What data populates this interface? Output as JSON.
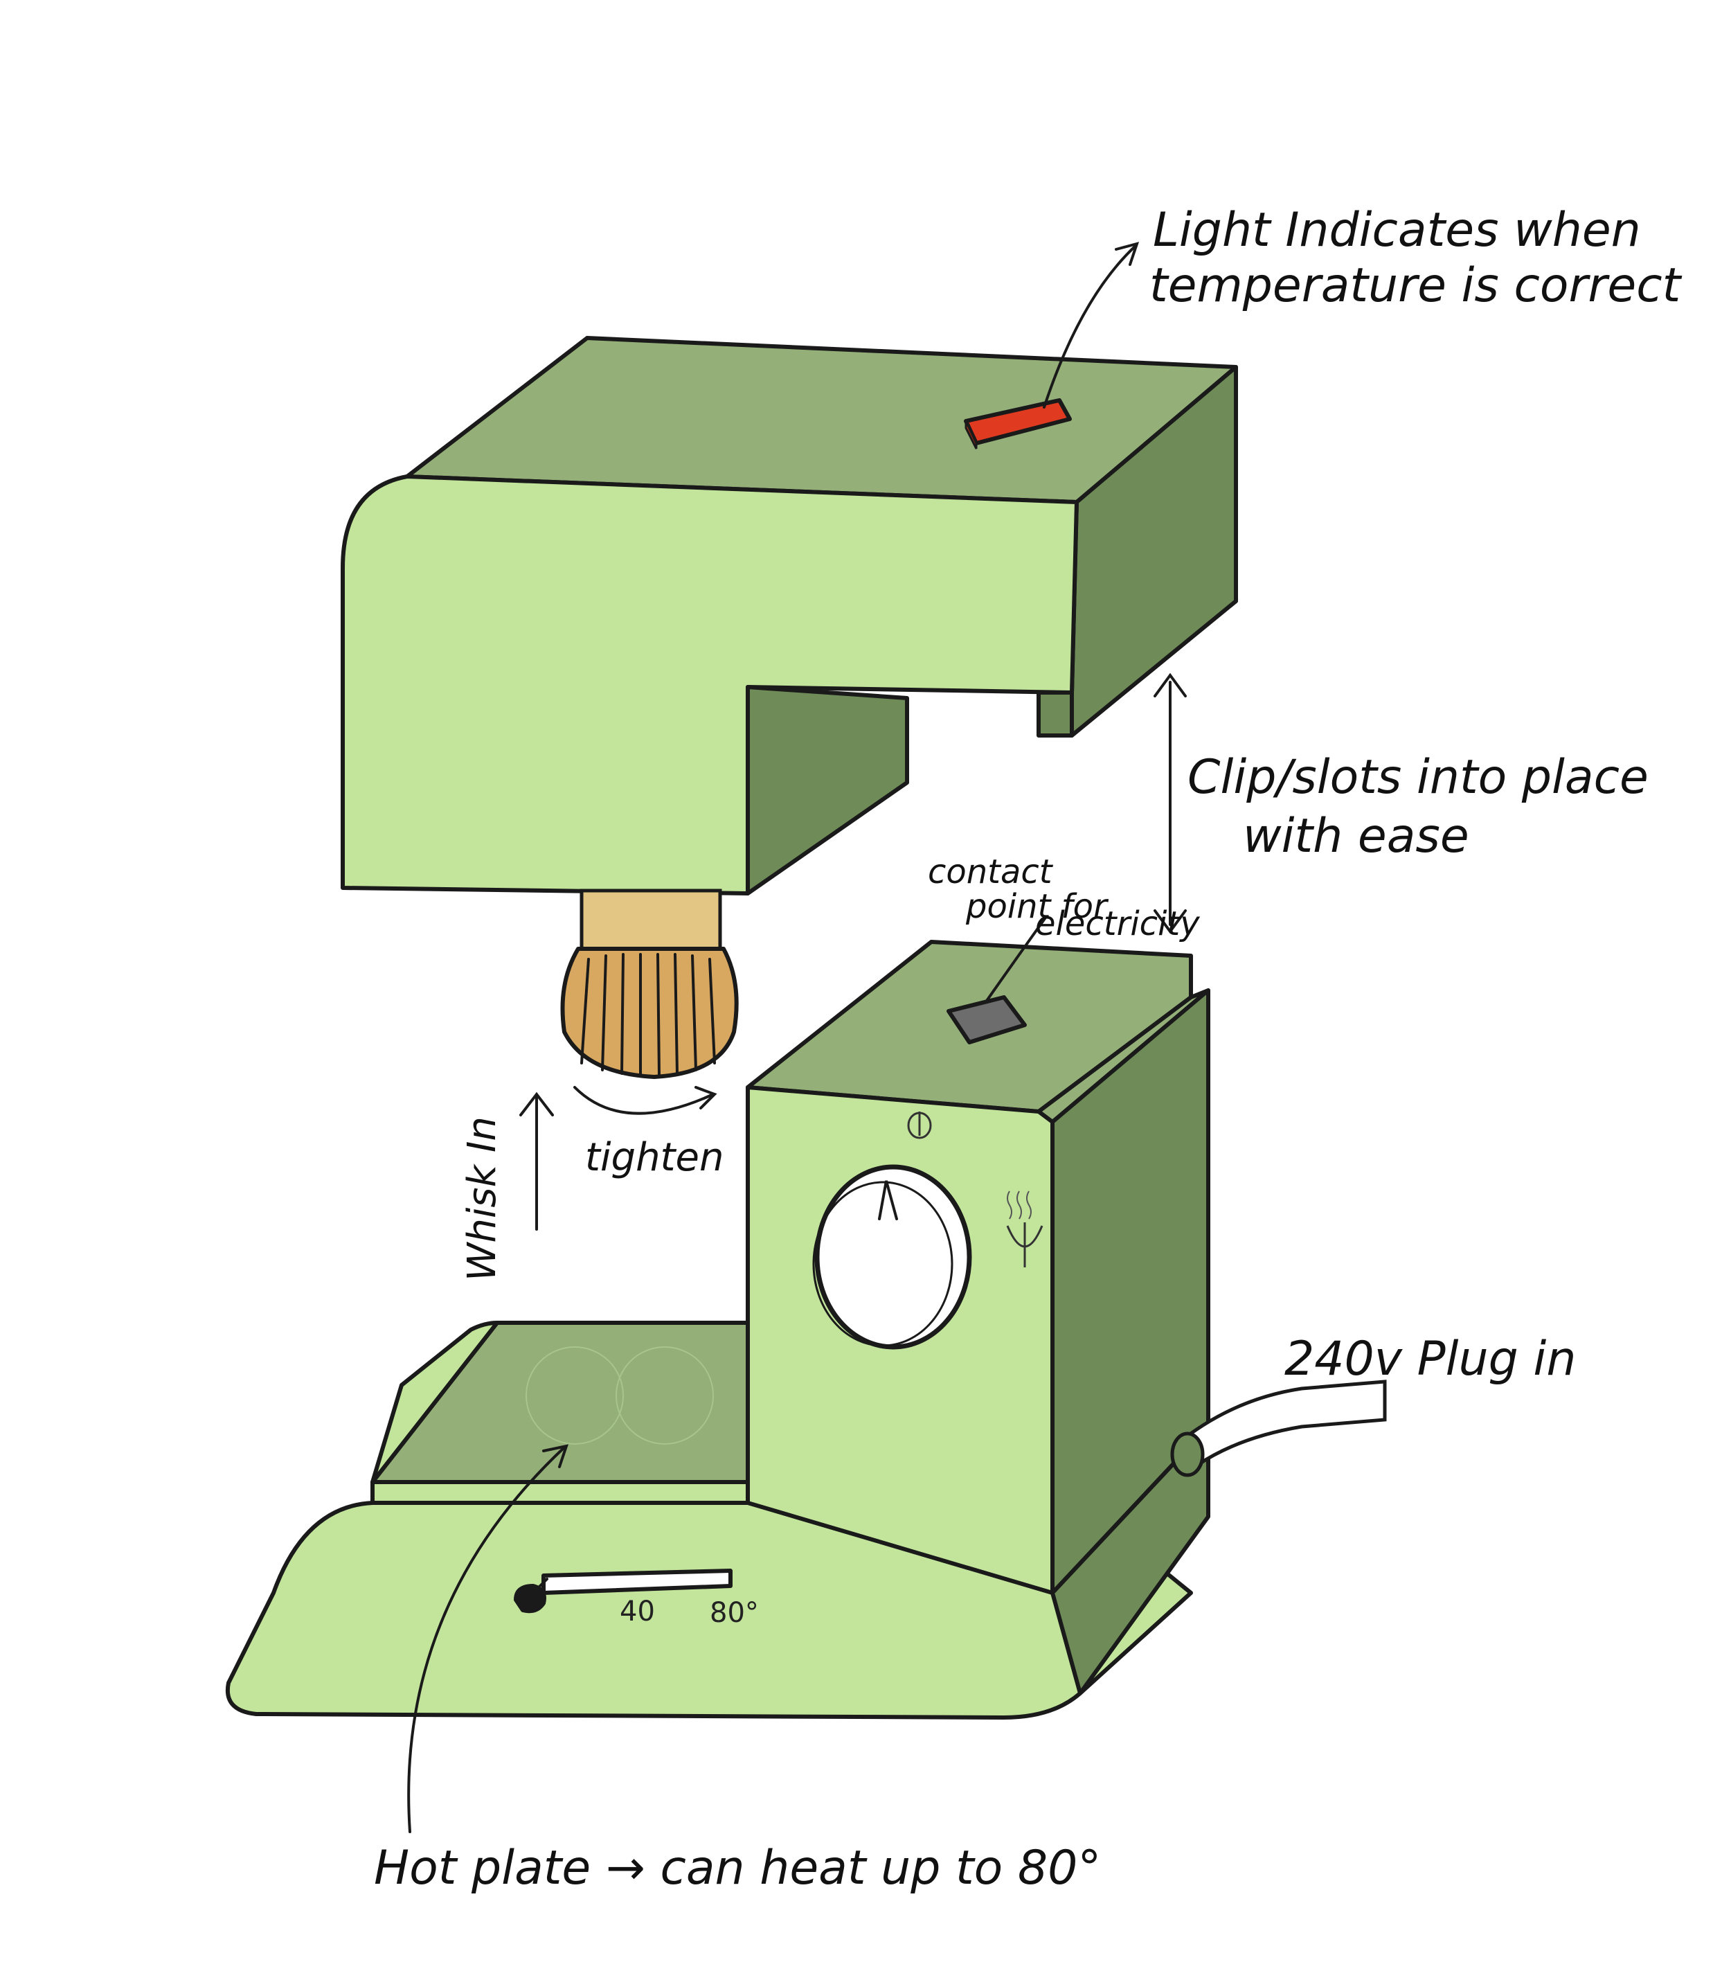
{
  "colors": {
    "light_green": "#c2e59b",
    "mid_green": "#94af78",
    "dark_green": "#6e8b58",
    "indicator_red": "#e03a20",
    "whisk_tan": "#d8a860",
    "contact_grey": "#6d6d6d",
    "ink": "#1a1a1a"
  },
  "annotations": {
    "light_line1": "Light Indicates when",
    "light_line2": "temperature is correct",
    "clip_line1": "Clip/slots into place",
    "clip_line2": "with ease",
    "contact_line1": "contact",
    "contact_line2": "point for",
    "contact_line3": "electricity",
    "whisk_in": "Whisk In",
    "tighten": "tighten",
    "plug": "240v Plug in",
    "hot_plate": "Hot plate → can heat up to 80°"
  },
  "temperature_scale": {
    "mid_label": "40",
    "max_label": "80°"
  },
  "icons": [
    "indicator-light-icon",
    "contact-point-icon",
    "whisk-icon",
    "dial-knob-icon",
    "power-symbol-icon",
    "heat-symbol-icon",
    "power-cable-icon"
  ]
}
